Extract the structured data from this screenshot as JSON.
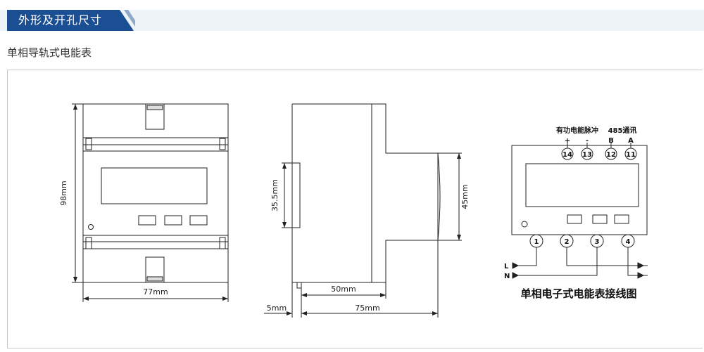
{
  "section_title": "外形及开孔尺寸",
  "subtitle": "单相导轨式电能表",
  "front_view": {
    "height_label": "98mm",
    "width_label": "77mm"
  },
  "side_view": {
    "rail_label": "35.5mm",
    "face_label": "45mm",
    "depth_inner_label": "50mm",
    "depth_total_label": "75mm",
    "offset_label": "5mm"
  },
  "wiring": {
    "pulse_label": "有功电能脉冲",
    "comm_label": "485通讯",
    "plus": "+",
    "minus": "-",
    "b": "B",
    "a": "A",
    "top_terminals": [
      "14",
      "13",
      "12",
      "11"
    ],
    "bottom_terminals": [
      "1",
      "2",
      "3",
      "4"
    ],
    "line_l": "L",
    "line_n": "N",
    "caption": "单相电子式电能表接线图"
  },
  "colors": {
    "title_bg": "#1b4f93",
    "band": "#eef3f8"
  }
}
